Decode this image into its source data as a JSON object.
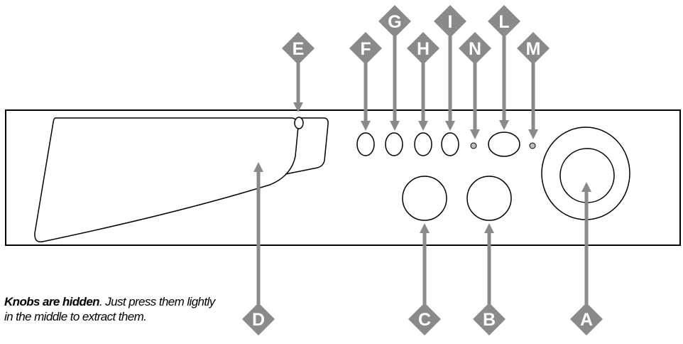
{
  "labels": {
    "A": "A",
    "B": "B",
    "C": "C",
    "D": "D",
    "E": "E",
    "F": "F",
    "G": "G",
    "H": "H",
    "I": "I",
    "L": "L",
    "M": "M",
    "N": "N"
  },
  "note": {
    "bold": "Knobs are hidden",
    "rest": ". Just press them lightly in the middle to extract them."
  },
  "colors": {
    "badge": "#8a8a8a",
    "line": "#000000",
    "arrow": "#8a8a8a"
  }
}
